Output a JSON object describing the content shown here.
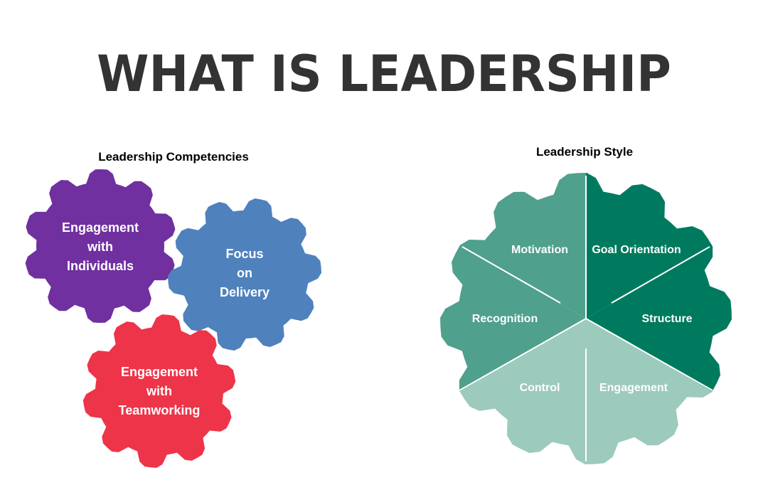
{
  "title": "WHAT IS LEADERSHIP",
  "competencies": {
    "heading": "Leadership Competencies",
    "gears": [
      {
        "lines": [
          "Engagement",
          "with",
          "Individuals"
        ],
        "color": "#7030a0"
      },
      {
        "lines": [
          "Focus",
          "on",
          "Delivery"
        ],
        "color": "#4f81bd"
      },
      {
        "lines": [
          "Engagement",
          "with",
          "Teamworking"
        ],
        "color": "#ee3448"
      }
    ]
  },
  "style": {
    "heading": "Leadership Style",
    "segments": [
      {
        "label": "Motivation",
        "color": "#4fa08c"
      },
      {
        "label": "Goal Orientation",
        "color": "#007a5e"
      },
      {
        "label": "Recognition",
        "color": "#4fa08c"
      },
      {
        "label": "Structure",
        "color": "#007a5e"
      },
      {
        "label": "Control",
        "color": "#9ccabd"
      },
      {
        "label": "Engagement",
        "color": "#9ccabd"
      }
    ]
  }
}
